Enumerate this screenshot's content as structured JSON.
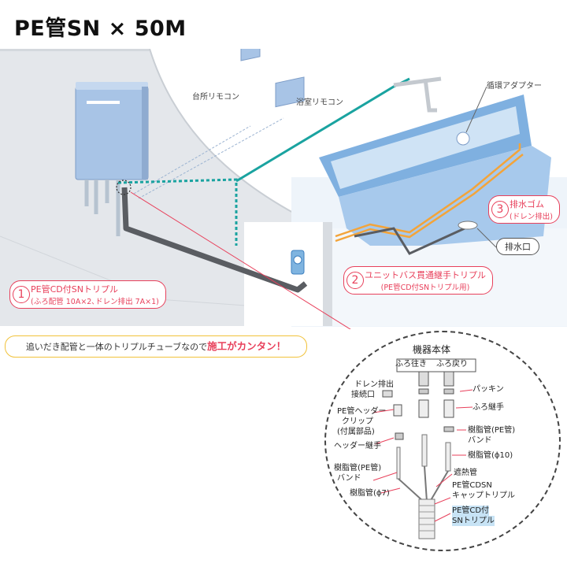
{
  "title": "PE管SN × 50M",
  "scene": {
    "kitchen_remote": "台所リモコン",
    "bath_remote": "浴室リモコン",
    "circulation_adapter": "循環アダプター",
    "drain_outlet": "排水口"
  },
  "callouts": [
    {
      "num": "1",
      "main": "PE管CD付SNトリプル",
      "sub": "(ふろ配管 10A×2､ドレン排出 7A×1)"
    },
    {
      "num": "2",
      "main": "ユニットバス貫通継手トリプル",
      "sub": "(PE管CD付SNトリプル用)"
    },
    {
      "num": "3",
      "main": "排水ゴム",
      "sub": "(ドレン排出)"
    }
  ],
  "banner": {
    "text": "追いだき配管と一体のトリプルチューブなので",
    "emphasis": "施工がカンタン！"
  },
  "detail": {
    "unit": "機器本体",
    "bath_out": "ふろ往き",
    "bath_return": "ふろ戻り",
    "drain_port_1": "ドレン排出",
    "drain_port_2": "接続口",
    "packing": "パッキン",
    "bath_joint": "ふろ継手",
    "header_clip_1": "PE管ヘッダー",
    "header_clip_2": "クリップ",
    "header_clip_3": "(付属部品)",
    "resin_band_r_1": "樹脂管(PE管)",
    "resin_band_r_2": "バンド",
    "header_joint": "ヘッダー継手",
    "resin_pipe_10": "樹脂管(ϕ10)",
    "resin_band_l_1": "樹脂管(PE管)",
    "resin_band_l_2": "バンド",
    "insulation": "遮熱管",
    "cap_triple_1": "PE管CDSN",
    "cap_triple_2": "キャップトリプル",
    "resin_pipe_7": "樹脂管(ϕ7)",
    "pe_cd_1": "PE管CD付",
    "pe_cd_2": "SNトリプル"
  },
  "colors": {
    "accent_red": "#e8405b",
    "teal_pipe": "#1aa3a0",
    "orange_pipe": "#f3a43a",
    "wall_gray": "#e3e6ea",
    "banner_border": "#f1c23a"
  }
}
